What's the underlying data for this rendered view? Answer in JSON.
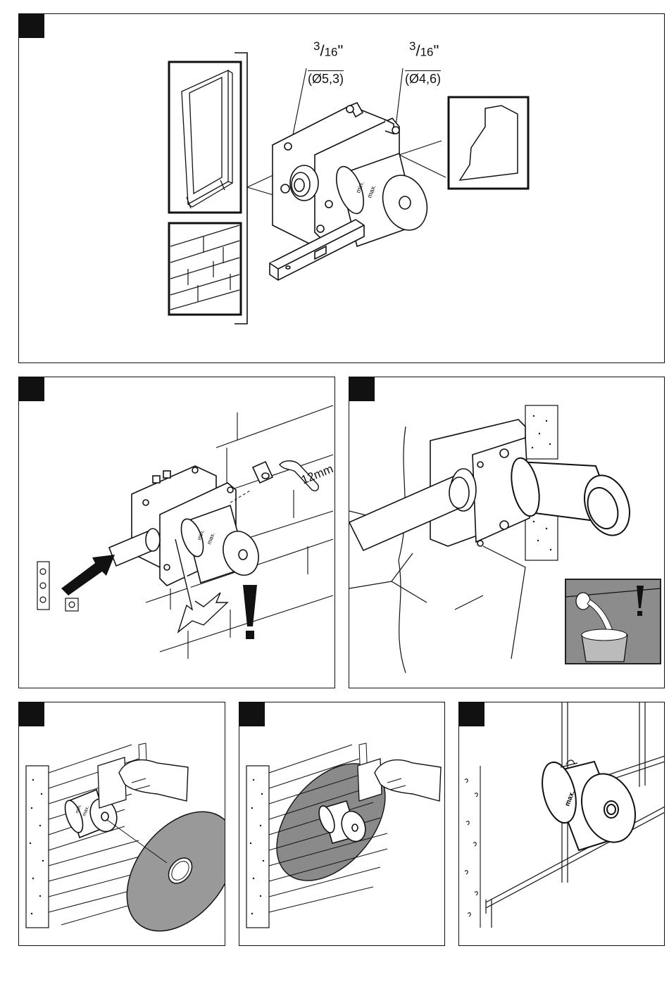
{
  "step1": {
    "dim_a": {
      "num": "3",
      "den": "16",
      "unit": "\"",
      "metric": "(Ø5,3)"
    },
    "dim_b": {
      "num": "3",
      "den": "16",
      "unit": "\"",
      "metric": "(Ø4,6)"
    },
    "valve_label_min": "min.",
    "valve_label_max": "max."
  },
  "step2": {
    "wrench_size": "12mm",
    "valve_label_min": "min.",
    "valve_label_max": "max."
  },
  "step4": {
    "valve_label_min": "min.",
    "valve_label_max": "max."
  },
  "step6": {
    "valve_label_max": "max."
  },
  "colors": {
    "ink": "#111111",
    "shade": "#888888",
    "disc": "#9a9a9a"
  }
}
